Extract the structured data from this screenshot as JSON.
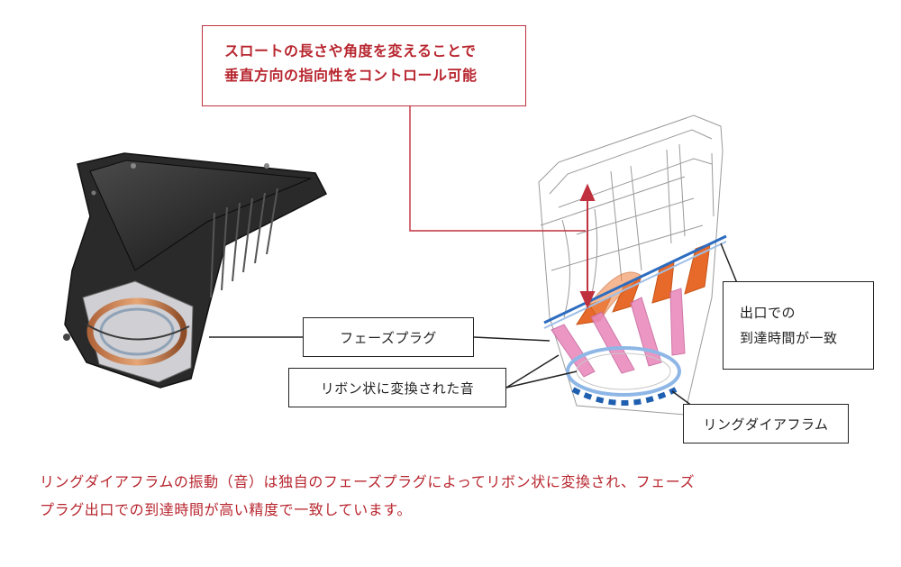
{
  "callout_top": {
    "line1": "スロートの長さや角度を変えることで",
    "line2": "垂直方向の指向性をコントロール可能"
  },
  "labels": {
    "phase_plug": "フェーズプラグ",
    "ribbon_sound": "リボン状に変換された音",
    "arrival_line1": "出口での",
    "arrival_line2": "到達時間が一致",
    "ring_diaphragm": "リングダイアフラム"
  },
  "caption": {
    "line1": "リングダイアフラムの振動（音）は独自のフェーズプラグによってリボン状に変換され、フェーズ",
    "line2": "プラグ出口での到達時間が高い精度で一致しています。"
  },
  "colors": {
    "accent_red": "#c0313e",
    "ribbon_orange": "#e86a2a",
    "ribbon_pink": "#e98bbd",
    "ring_blue": "#1f5fb0",
    "line_black": "#222222"
  }
}
